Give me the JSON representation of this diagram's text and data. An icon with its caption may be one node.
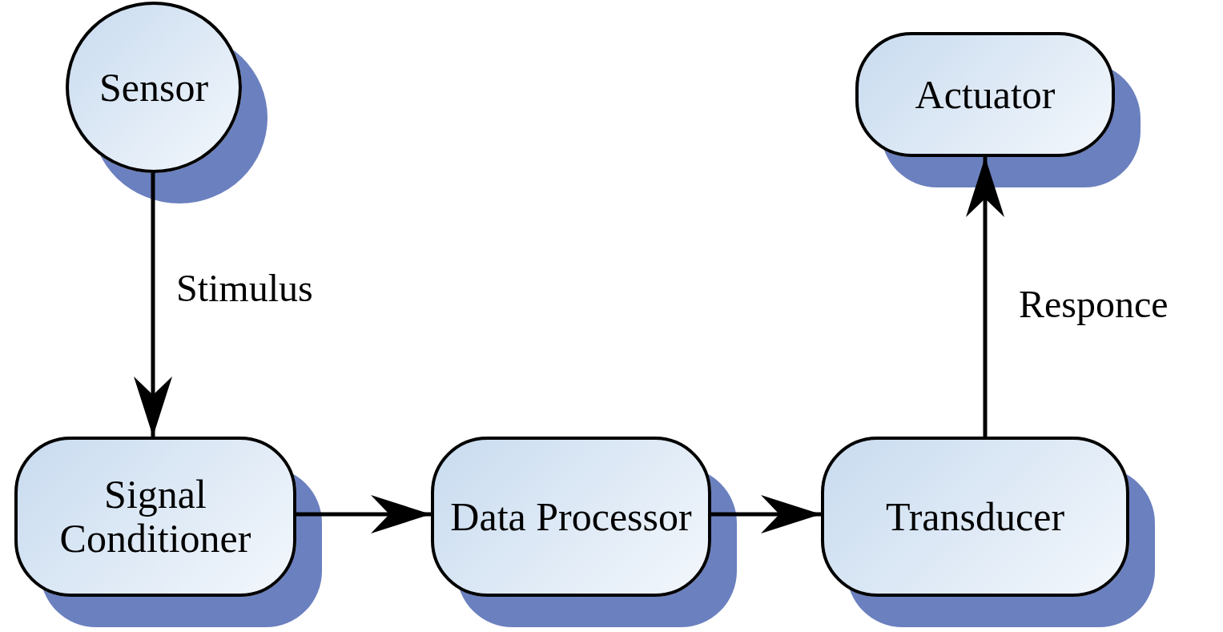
{
  "diagram": {
    "nodes": [
      {
        "text": [
          "Sensor"
        ]
      },
      {
        "text": [
          "Actuator"
        ]
      },
      {
        "text": [
          "Signal Conditioner"
        ]
      },
      {
        "text": [
          "Data Processor"
        ]
      },
      {
        "text": [
          "Transducer"
        ]
      }
    ],
    "edges": [
      {
        "from": 0,
        "to": 2,
        "arrow": "to",
        "label": "Stimulus"
      },
      {
        "from": 2,
        "to": 3,
        "arrow": "to"
      },
      {
        "from": 3,
        "to": 4,
        "arrow": "to"
      },
      {
        "from": 4,
        "to": 1,
        "arrow": "to",
        "label": "Responce"
      }
    ]
  }
}
